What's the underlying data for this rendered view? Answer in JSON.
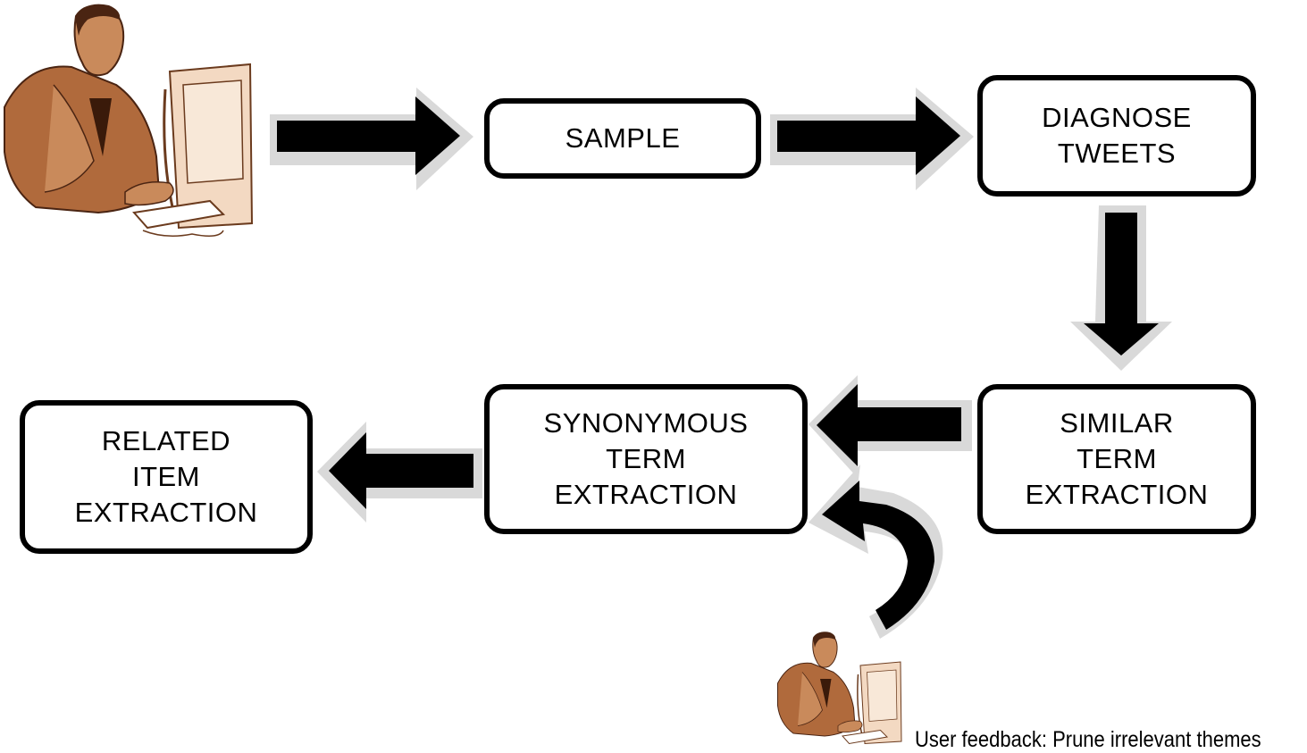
{
  "nodes": {
    "sample": {
      "lines": [
        "SAMPLE"
      ]
    },
    "diagnose": {
      "lines": [
        "DIAGNOSE",
        "TWEETS"
      ]
    },
    "similar": {
      "lines": [
        "SIMILAR",
        "TERM",
        "EXTRACTION"
      ]
    },
    "synonymous": {
      "lines": [
        "SYNONYMOUS",
        "TERM",
        "EXTRACTION"
      ]
    },
    "related": {
      "lines": [
        "RELATED",
        "ITEM",
        "EXTRACTION"
      ]
    }
  },
  "caption": "User feedback: Prune irrelevant themes",
  "icons": {
    "user_main": "user-at-computer-icon",
    "user_feedback": "user-at-computer-icon",
    "arrow": "block-arrow-icon",
    "curved_arrow": "curved-arrow-icon"
  },
  "colors": {
    "arrow_fill": "#000000",
    "arrow_shadow": "#d9d9d9",
    "skin": "#c98a5b",
    "suit": "#b06a3c",
    "monitor": "#f3d9c2"
  }
}
